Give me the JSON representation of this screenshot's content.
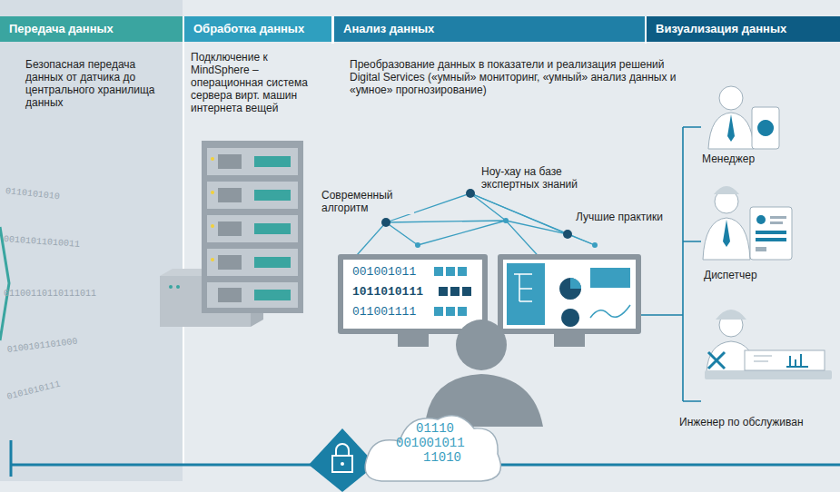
{
  "diagram": {
    "nodes": [
      {
        "text": [
          "Передача данных",
          "Безопасная передача данных от датчика до центрального хранилища данных"
        ]
      },
      {
        "text": [
          "Обработка данных",
          "Подключение к MindSphere – операционная система сервера вирт. машин интернета вещей"
        ]
      },
      {
        "text": [
          "Анализ данных",
          "Преобразование данных  в показатели и реализация решений Digital Services («умный» мониторинг, «умный» анализ данных и «умное» прогнозирование)"
        ]
      },
      {
        "text": [
          "Визуализация данных"
        ]
      }
    ],
    "labels": [
      "0110101010",
      "00101011010011",
      "01100110110111011",
      "0100101101000",
      "0101010111",
      "Современный алгоритм",
      "Ноу-хау на базе экспертных знаний",
      "Лучшие практики",
      "001001011",
      "1011010111",
      "011001111",
      "Менеджер",
      "Диспетчер",
      "Инженер по обслуживан",
      "01110",
      "001001011",
      "11010"
    ]
  }
}
